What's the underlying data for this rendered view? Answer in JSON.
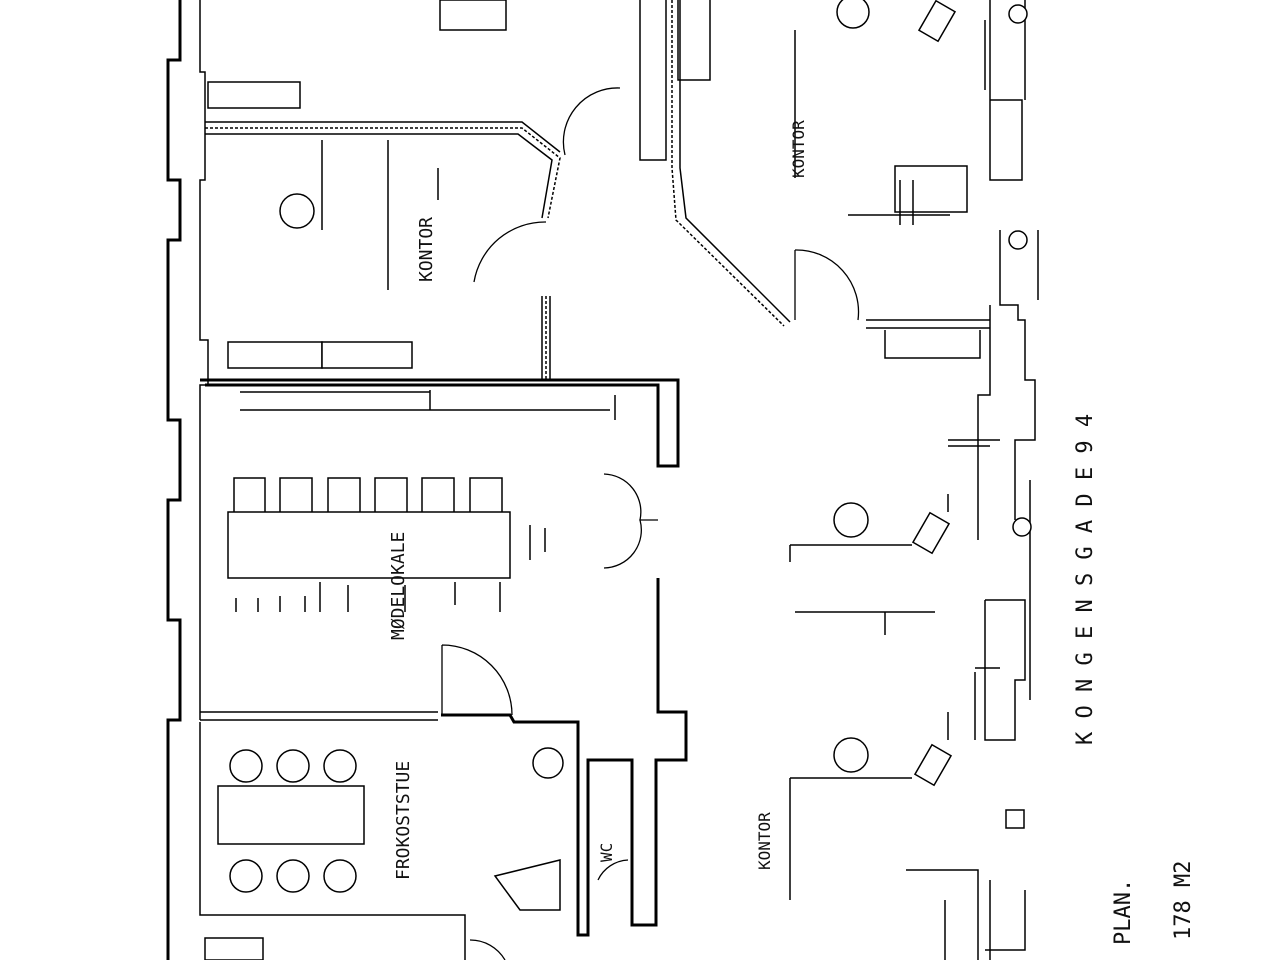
{
  "rooms": {
    "kontor_left": "KONTOR",
    "kontor_top_right": "KONTOR",
    "kontor_bottom": "KONTOR",
    "modelokale": "MØDELOKALE",
    "frokoststue": "FROKOSTSTUE",
    "wc": "WC"
  },
  "street": "K O N G E N S G A D E   9 4",
  "footer": {
    "plan": "PLAN.",
    "area": "178 M2"
  },
  "colors": {
    "line": "#000000",
    "background": "#ffffff"
  }
}
